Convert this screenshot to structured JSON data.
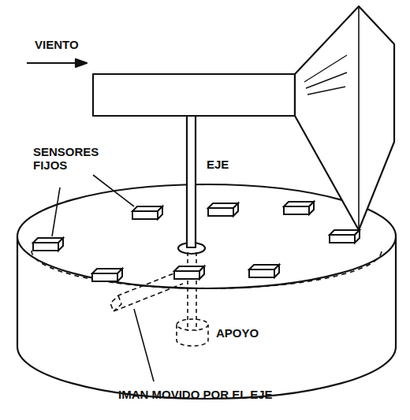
{
  "diagram": {
    "labels": [
      "VIENTO",
      "SENSORES FIJOS",
      "EJE",
      "APOYO",
      "IMAN MOVIDO POR EL EJE"
    ]
  }
}
